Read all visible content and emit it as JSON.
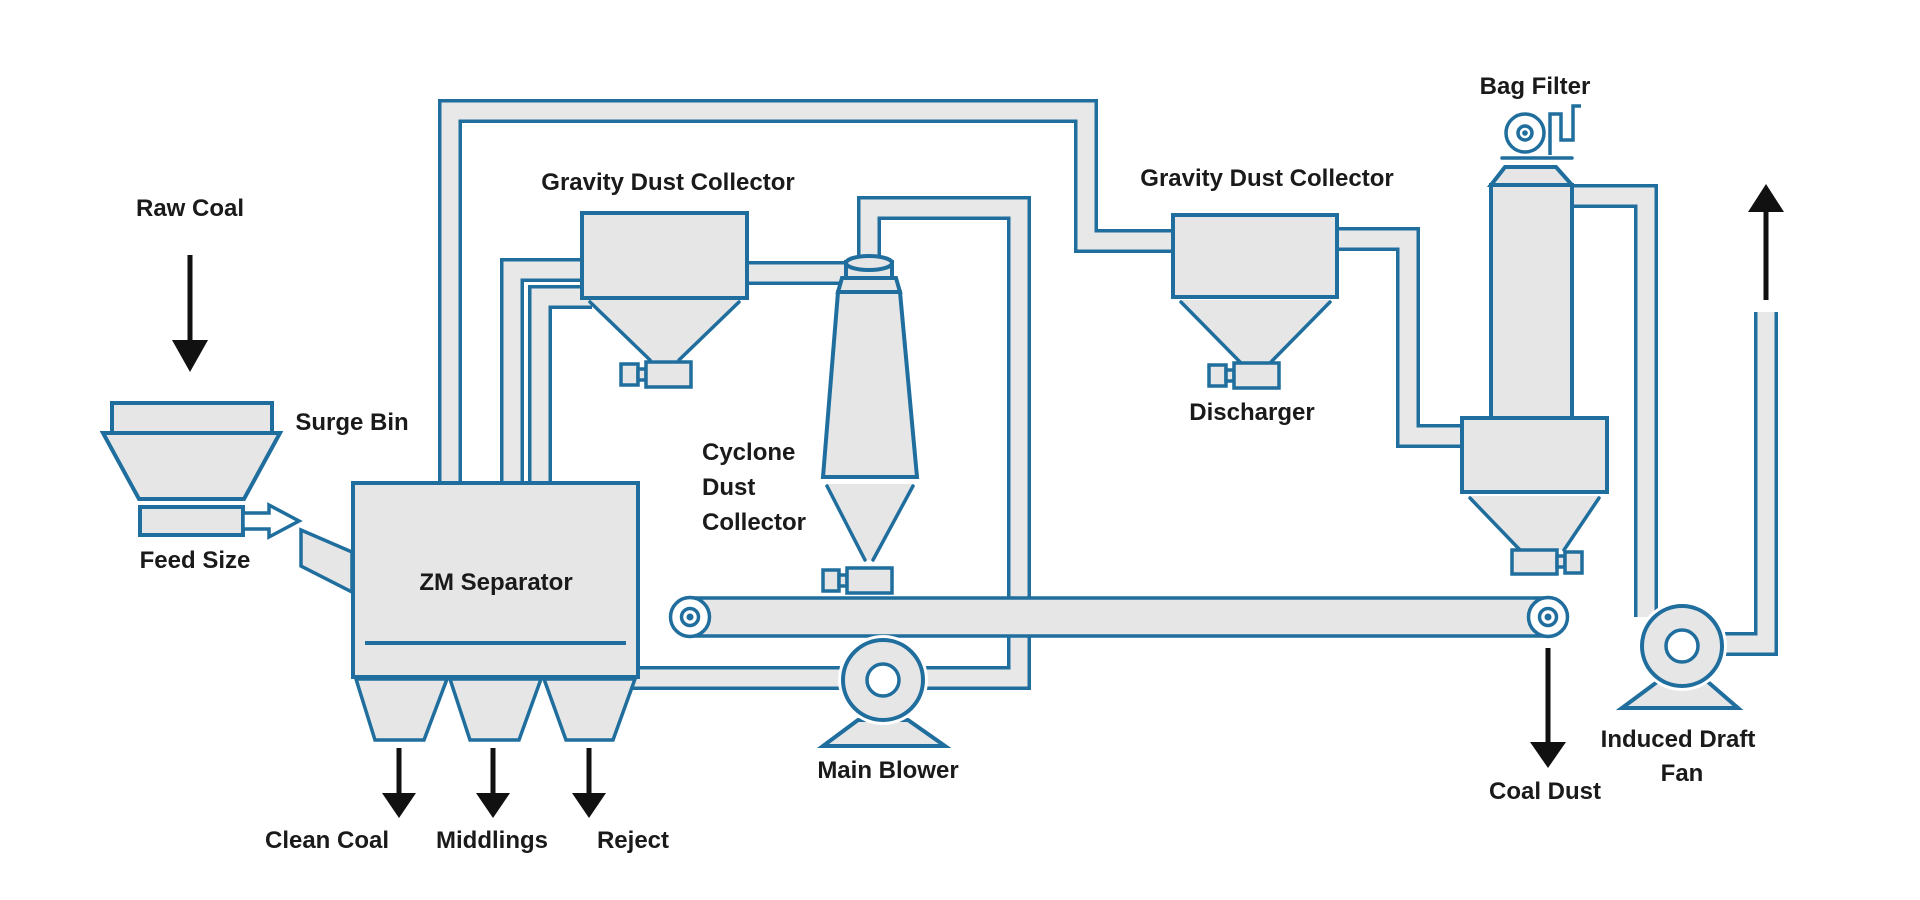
{
  "diagram": {
    "type": "process-flow",
    "subject": "coal dry separation system",
    "colors": {
      "line_blue": "#1f6e9e",
      "fill_gray": "#e8e8e8",
      "arrow_black": "#111111",
      "text": "#1a1a1a",
      "background": "#ffffff"
    }
  },
  "labels": {
    "raw_coal": "Raw Coal",
    "surge_bin": "Surge Bin",
    "feed_size": "Feed Size",
    "zm_separator": "ZM Separator",
    "gravity_dust_collector_left": "Gravity Dust Collector",
    "cyclone_line1": "Cyclone",
    "cyclone_line2": "Dust",
    "cyclone_line3": "Collector",
    "main_blower": "Main Blower",
    "gravity_dust_collector_right": "Gravity Dust Collector",
    "discharger": "Discharger",
    "bag_filter": "Bag Filter",
    "induced_draft_line1": "Induced Draft",
    "induced_draft_line2": "Fan",
    "coal_dust": "Coal Dust",
    "clean_coal": "Clean Coal",
    "middlings": "Middlings",
    "reject": "Reject"
  }
}
